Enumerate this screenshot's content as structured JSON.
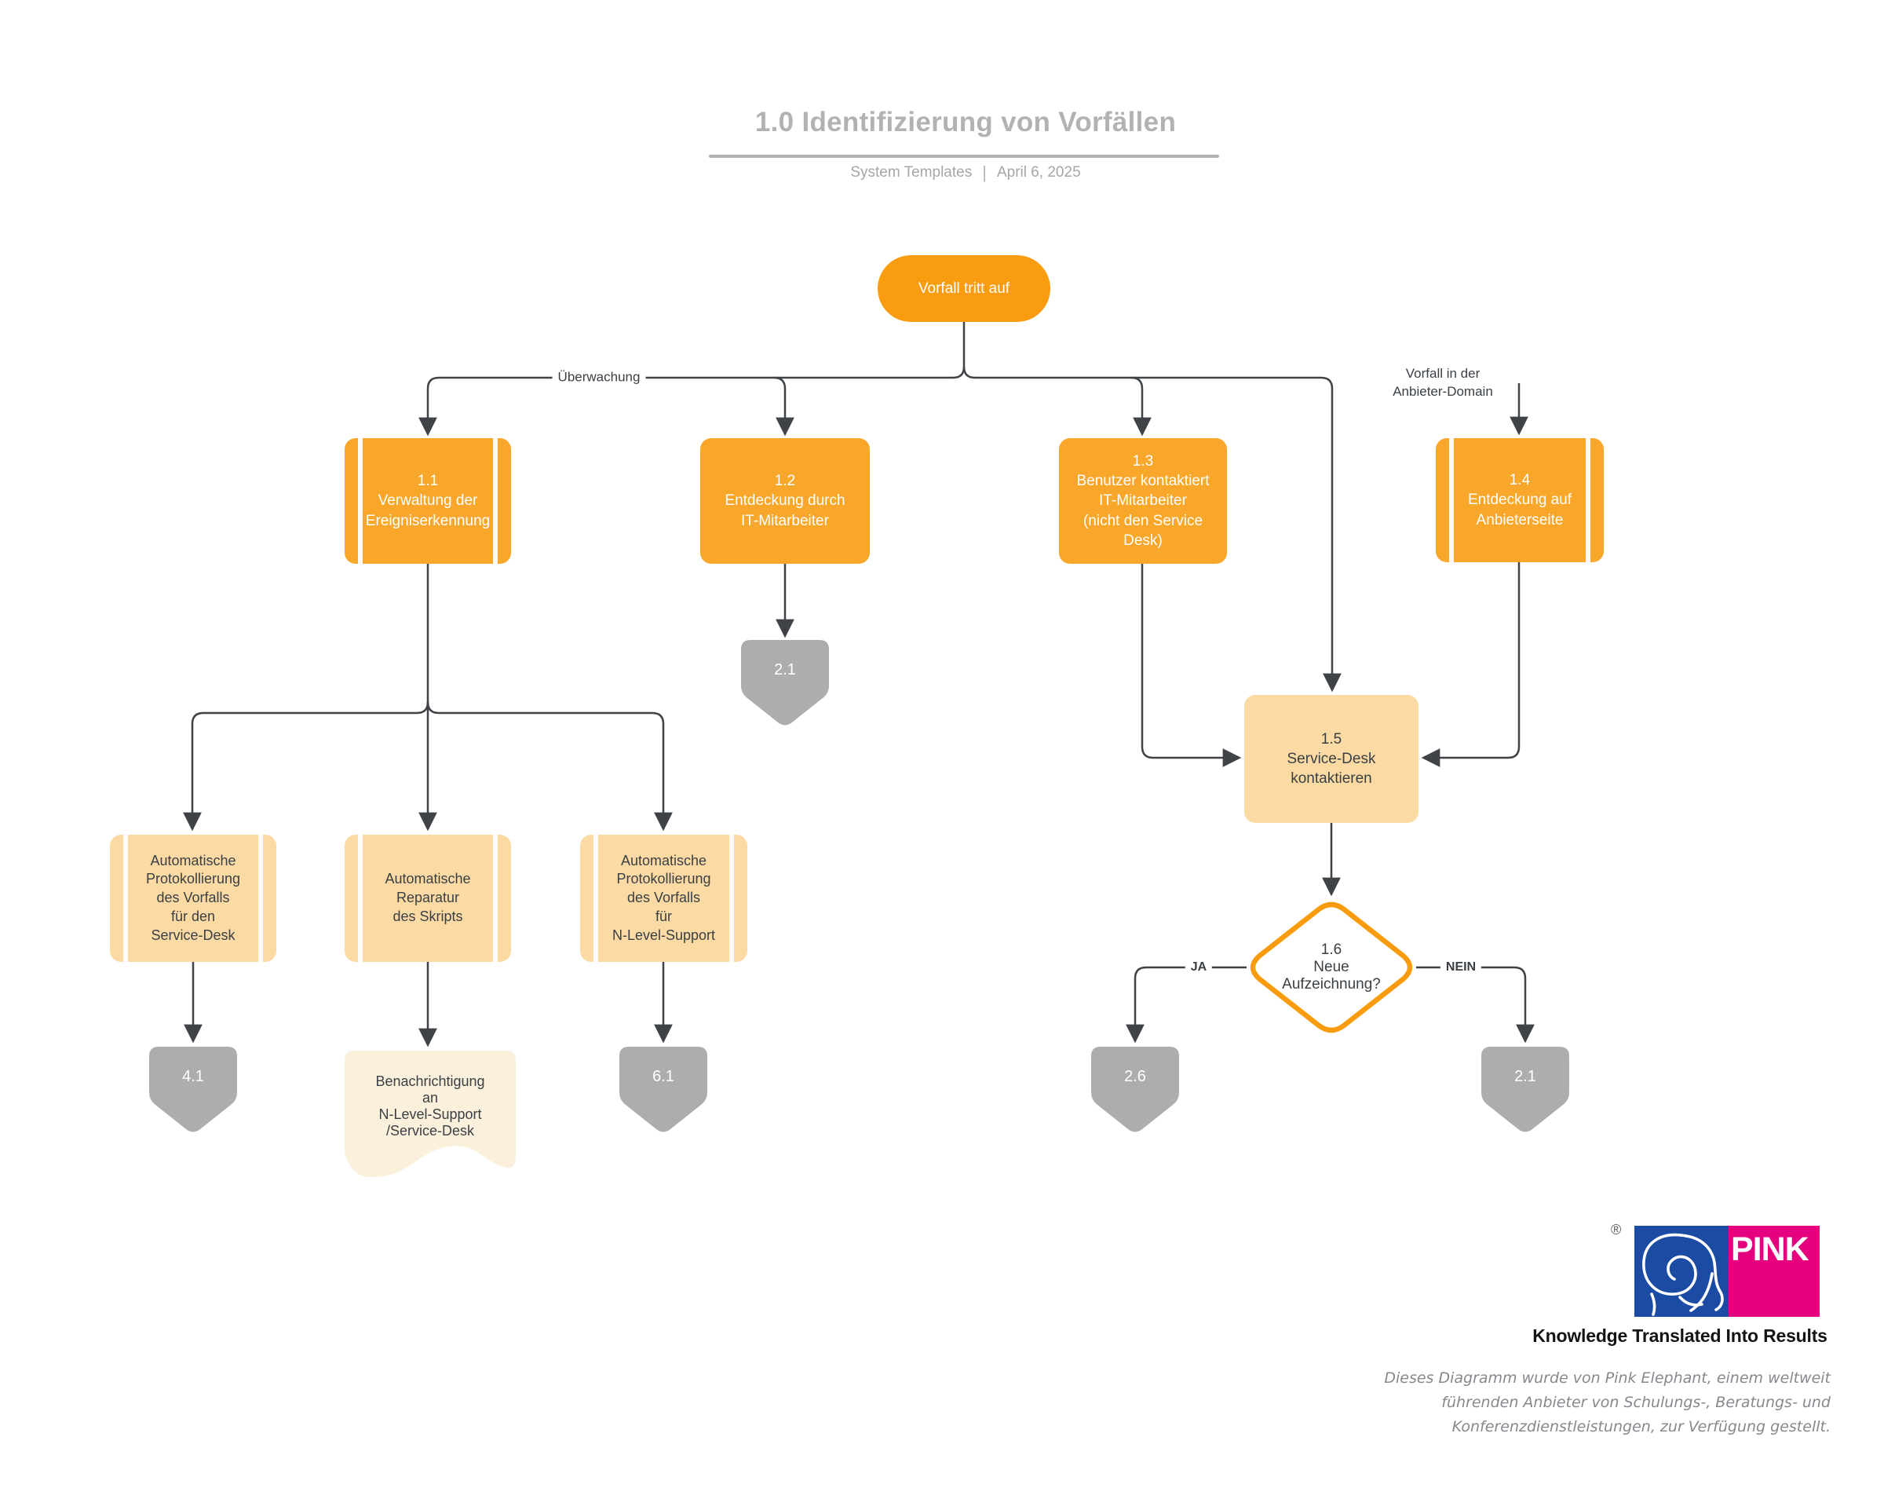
{
  "page": {
    "title": "1.0 Identifizierung von Vorfällen",
    "subtitle_left": "System Templates",
    "subtitle_separator": "|",
    "subtitle_right": "April 6, 2025"
  },
  "colors": {
    "node_orange": "#f9a72b",
    "start_orange": "#f99c0f",
    "decision_border_orange": "#f99b0e",
    "peach": "#fbdaa4",
    "document_cream": "#fbf0dc",
    "connector_gray": "#adadaf",
    "edge_line": "#3f4347",
    "text_dark": "#3a3f44",
    "title_gray": "#b2b2b2",
    "brand_blue": "#1c4ba4",
    "brand_pink": "#e5007d"
  },
  "nodes": {
    "start": {
      "label": "Vorfall tritt auf"
    },
    "n11": {
      "label": "1.1\nVerwaltung der\nEreigniserkennung"
    },
    "n12": {
      "label": "1.2\nEntdeckung durch\nIT-Mitarbeiter"
    },
    "n13": {
      "label": "1.3\nBenutzer kontaktiert\nIT-Mitarbeiter\n(nicht den Service\nDesk)"
    },
    "n14": {
      "label": "1.4\nEntdeckung auf\nAnbieterseite"
    },
    "n15": {
      "label": "1.5\nService-Desk\nkontaktieren"
    },
    "auto_log_sd": {
      "label": "Automatische\nProtokollierung\ndes Vorfalls\nfür den\nService-Desk"
    },
    "auto_repair": {
      "label": "Automatische\nReparatur\ndes Skripts"
    },
    "auto_log_nl": {
      "label": "Automatische\nProtokollierung\ndes Vorfalls\nfür\nN-Level-Support"
    },
    "notify_doc": {
      "label": "Benachrichtigung\nan\nN-Level-Support\n/Service-Desk"
    },
    "d16": {
      "label": "1.6\nNeue\nAufzeichnung?"
    }
  },
  "connectors": {
    "c21_top": "2.1",
    "c41": "4.1",
    "c61": "6.1",
    "c26": "2.6",
    "c21_right": "2.1"
  },
  "edge_labels": {
    "monitoring": "Überwachung",
    "vendor_domain": "Vorfall in der\nAnbieter-Domain",
    "yes": "JA",
    "no": "NEIN"
  },
  "branding": {
    "registered_mark": "®",
    "logo_word": "PINK",
    "tagline": "Knowledge Translated Into Results",
    "disclaimer": "Dieses Diagramm wurde von Pink Elephant, einem weltweit\nführenden Anbieter von Schulungs-, Beratungs- und\nKonferenzdienstleistungen, zur Verfügung gestellt."
  }
}
